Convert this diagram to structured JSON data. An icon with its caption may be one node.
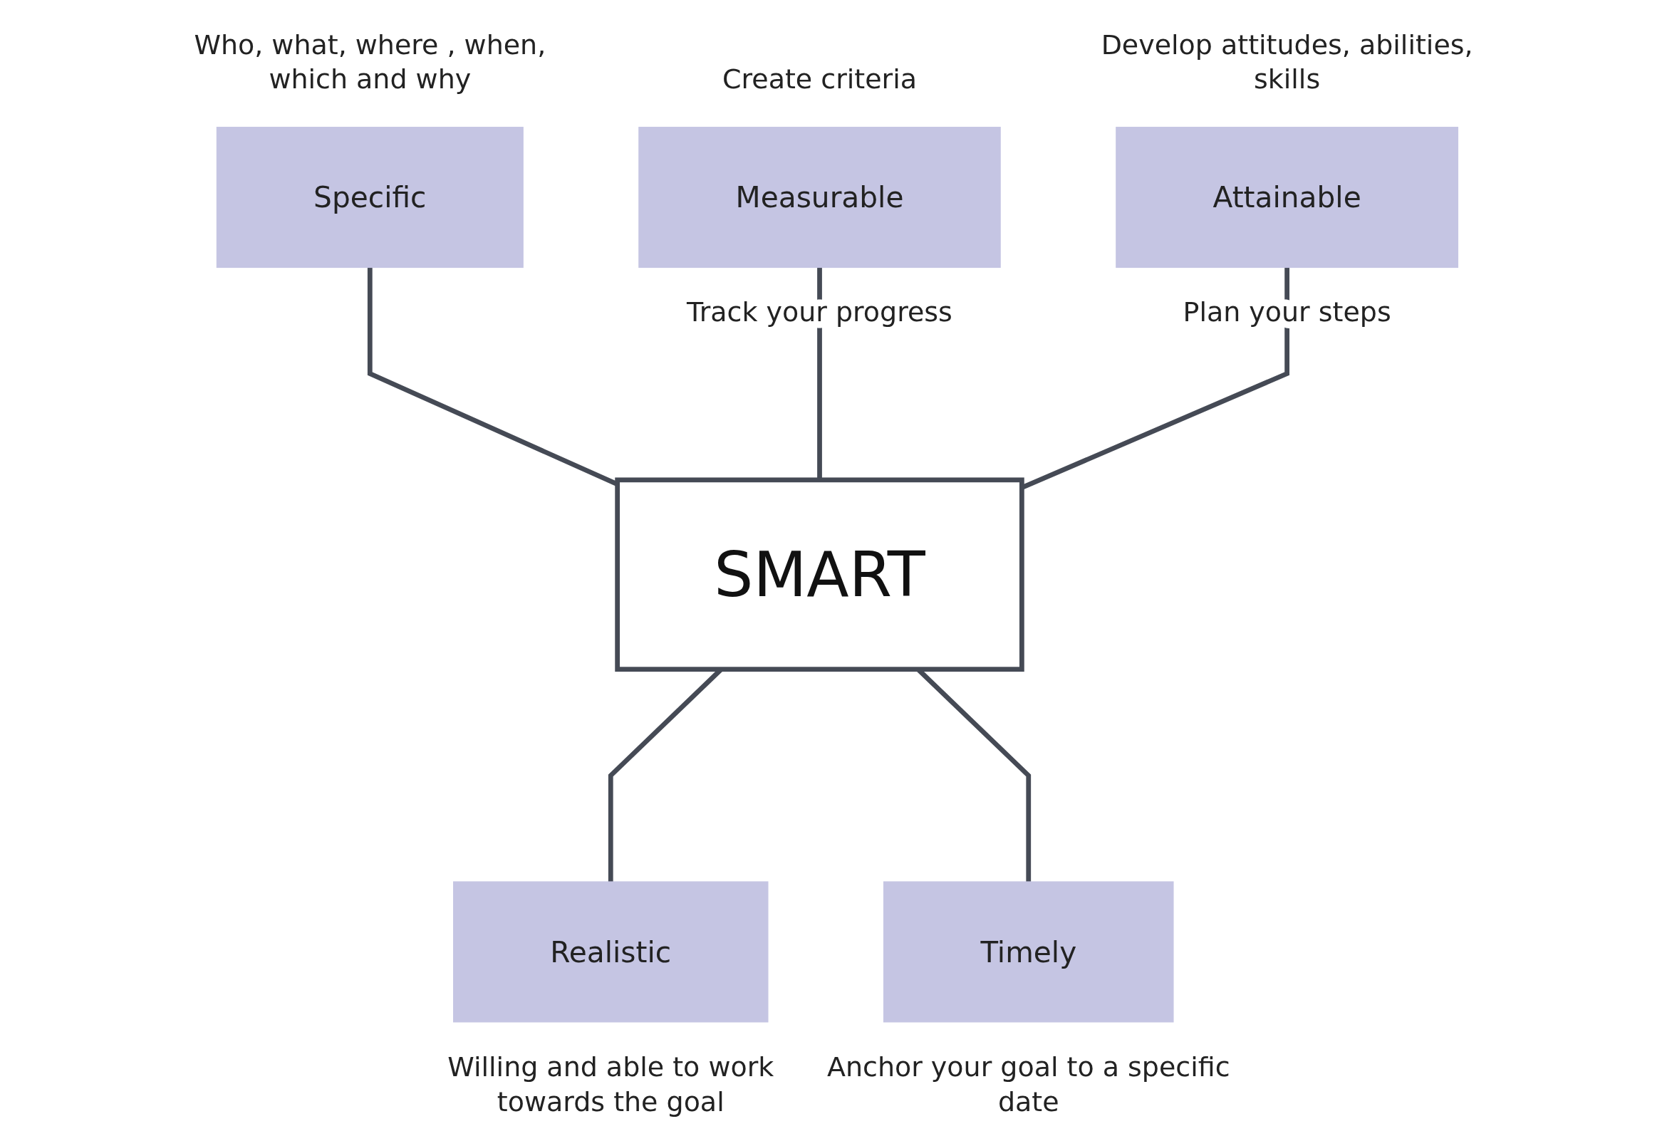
{
  "diagram": {
    "nodes": [
      {
        "text": [
          "SMART"
        ]
      },
      {
        "text": [
          "Specific"
        ],
        "beside": [
          "Who, what, where , when, which and why"
        ]
      },
      {
        "text": [
          "Measurable"
        ],
        "beside": [
          "Create criteria",
          "Track your progress"
        ]
      },
      {
        "text": [
          "Attainable"
        ],
        "beside": [
          "Develop attitudes, abilities, skills",
          "Plan your steps"
        ]
      },
      {
        "text": [
          "Realistic"
        ],
        "beside": [
          "Willing and able to work towards the goal"
        ]
      },
      {
        "text": [
          "Timely"
        ],
        "beside": [
          "Anchor your goal to a specific date"
        ]
      }
    ],
    "edges": [
      {
        "from": 1,
        "to": 0,
        "arrow": "none"
      },
      {
        "from": 0,
        "to": 2,
        "arrow": "none"
      },
      {
        "from": 0,
        "to": 3,
        "arrow": "none"
      },
      {
        "from": 0,
        "to": 4,
        "arrow": "none"
      },
      {
        "from": 0,
        "to": 5,
        "arrow": "none"
      }
    ]
  }
}
